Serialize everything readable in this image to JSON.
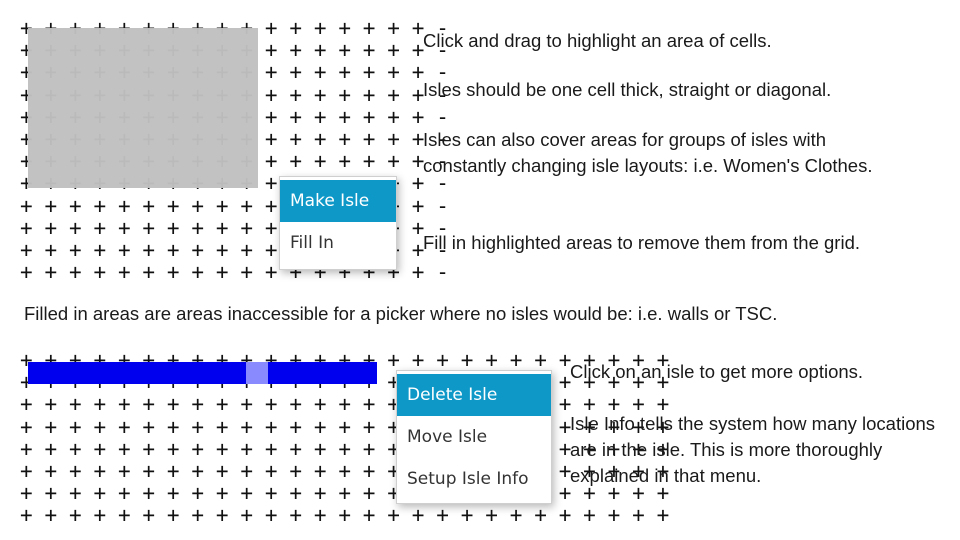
{
  "top": {
    "grid_text": "+ + + + + + + + + + + + + + + + + -\n+ + + + + + + + + + + + + + + + + -\n+ + + + + + + + + + + + + + + + + -\n+ + + + + + + + + + + + + + + + + -\n+ + + + + + + + + + + + + + + + + -\n+ + + + + + + + + + + + + + + + + -\n+ + + + + + + + + + + + + + + + + -\n+ + + + + + + + + + + + + + + + + -\n+ + + + + + + + + + + + + + + + + -\n+ + + + + + + + + + + + + + + + + -\n+ + + + + + + + + + + + + + + + + -\n+ + + + + + + + + + + + + + + + + -",
    "highlight_color": "#c0c0c0",
    "menu": {
      "items": [
        {
          "label": "Make Isle",
          "active": true
        },
        {
          "label": "Fill In",
          "active": false
        }
      ]
    },
    "descriptions": [
      "Click and drag to highlight an area of cells.",
      "Isles should be one cell thick, straight or diagonal.",
      "Isles can also cover areas for groups of isles with constantly changing isle layouts: i.e. Women's Clothes.",
      "Fill in highlighted areas to remove them from the grid."
    ]
  },
  "middle_note": "Filled in areas are areas inaccessible for a picker where no isles would be: i.e. walls or TSC.",
  "bottom": {
    "grid_text": "+ + + + + + + + + + + + + + + + + + + + + + + + + + +\n+ + + + + + + + + + + + + + + + + + + + + + + + + + +\n+ + + + + + + + + + + + + + + + + + + + + + + + + + +\n+ + + + + + + + + + + + + + + + + + + + + + + + + + +\n+ + + + + + + + + + + + + + + + + + + + + + + + + + +\n+ + + + + + + + + + + + + + + + + + + + + + + + + + +\n+ + + + + + + + + + + + + + + + + + + + + + + + + + +\n+ + + + + + + + + + + + + + + + + + + + + + + + + + +",
    "isle_color": "#0000ee",
    "selected_cell_color": "#8a8aff",
    "menu": {
      "items": [
        {
          "label": "Delete Isle",
          "active": true
        },
        {
          "label": "Move Isle",
          "active": false
        },
        {
          "label": "Setup Isle Info",
          "active": false
        }
      ]
    },
    "descriptions": [
      "Click on an isle to get more options.",
      "Isle Info tells the system how many locations are in the isle. This is more thoroughly explained in that menu."
    ]
  }
}
